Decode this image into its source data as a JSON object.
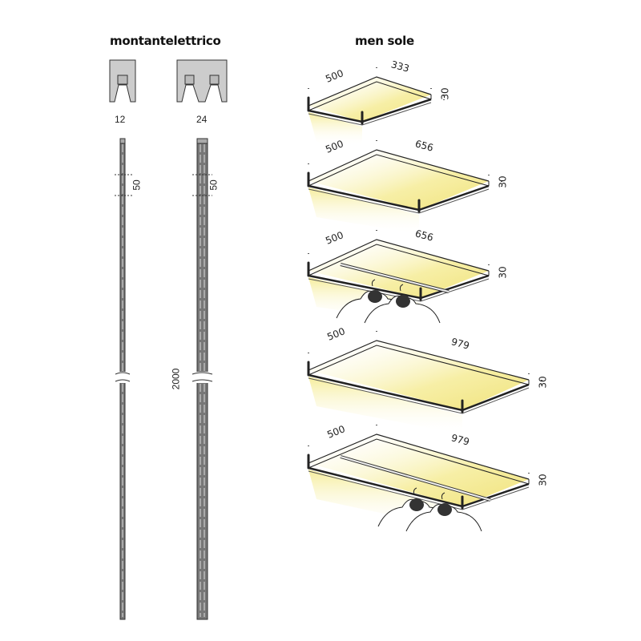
{
  "headings": {
    "uprights": "montantelettrico",
    "shelves": "men sole"
  },
  "uprights": [
    {
      "width_label": "12",
      "pitch_label": "50"
    },
    {
      "width_label": "24",
      "pitch_label": "50",
      "height_label": "2000"
    }
  ],
  "shelves": [
    {
      "depth_label": "500",
      "width_label": "333",
      "thickness_label": "30",
      "hanger_rail": false
    },
    {
      "depth_label": "500",
      "width_label": "656",
      "thickness_label": "30",
      "hanger_rail": false
    },
    {
      "depth_label": "500",
      "width_label": "656",
      "thickness_label": "30",
      "hanger_rail": true
    },
    {
      "depth_label": "500",
      "width_label": "979",
      "thickness_label": "30",
      "hanger_rail": false
    },
    {
      "depth_label": "500",
      "width_label": "979",
      "thickness_label": "30",
      "hanger_rail": true
    }
  ],
  "colors": {
    "light": "#f7efa0",
    "frame": "#d9d9d9",
    "line": "#222222"
  }
}
